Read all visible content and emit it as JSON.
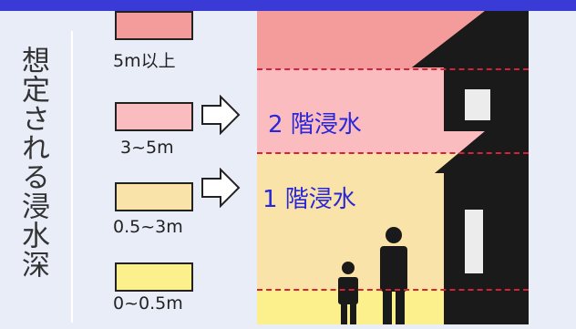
{
  "legend": {
    "title": "想定される浸水深",
    "items": [
      {
        "label": "5m以上",
        "color": "#f49c9c"
      },
      {
        "label": "3~5m",
        "color": "#fbbcc0"
      },
      {
        "label": "0.5~3m",
        "color": "#f9e3a8"
      },
      {
        "label": "0~0.5m",
        "color": "#fbf08c"
      }
    ]
  },
  "scene": {
    "floor2_label": "2 階浸水",
    "floor1_label": "1 階浸水"
  },
  "colors": {
    "topbar": "#3a3bd6",
    "background": "#e9edf8",
    "dashline": "#d2233a",
    "house": "#1a1a1a",
    "label_text": "#2a27d8"
  }
}
